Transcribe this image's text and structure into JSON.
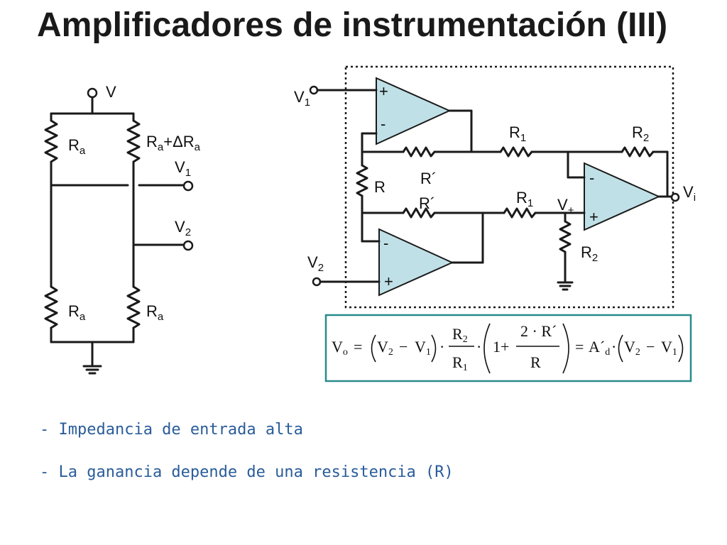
{
  "title": "Amplificadores de instrumentación (III)",
  "bridge": {
    "supply_label": "V",
    "r_top_left": {
      "main": "R",
      "sub": "a"
    },
    "r_top_right": {
      "main": "R",
      "sub": "a",
      "suffix": "+ΔR",
      "sub2": "a"
    },
    "r_bottom_left": {
      "main": "R",
      "sub": "a"
    },
    "r_bottom_right": {
      "main": "R",
      "sub": "a"
    },
    "v1": {
      "main": "V",
      "sub": "1"
    },
    "v2": {
      "main": "V",
      "sub": "2"
    }
  },
  "amp": {
    "v1": {
      "main": "V",
      "sub": "1"
    },
    "v2": {
      "main": "V",
      "sub": "2"
    },
    "vi": {
      "main": "V",
      "sub": "i"
    },
    "vplus": {
      "main": "V",
      "sub": "+"
    },
    "r": "R",
    "r_prime_top": "R´",
    "r_prime_bottom": "R´",
    "r1_top": {
      "main": "R",
      "sub": "1"
    },
    "r1_mid": {
      "main": "R",
      "sub": "1"
    },
    "r2_top": {
      "main": "R",
      "sub": "2"
    },
    "r2_bottom": {
      "main": "R",
      "sub": "2"
    },
    "plus": "+",
    "minus": "-"
  },
  "formula": {
    "vo": "V",
    "vo_sub": "o",
    "eq": "=",
    "v2": "V",
    "v2_sub": "2",
    "minus": "−",
    "v1": "V",
    "v1_sub": "1",
    "dot": "·",
    "r2": "R",
    "r2_sub": "2",
    "r1": "R",
    "r1_sub": "1",
    "one_plus": "1+",
    "two_r_prime": "2 · R´",
    "r": "R",
    "ad": "A´",
    "ad_sub": "d"
  },
  "bullets": [
    "- Impedancia de entrada alta",
    "- La ganancia depende de una resistencia (R)"
  ],
  "colors": {
    "opamp_fill": "#bfe0e6",
    "formula_border": "#2a8a8a",
    "bullet_text": "#2a5c9a"
  }
}
